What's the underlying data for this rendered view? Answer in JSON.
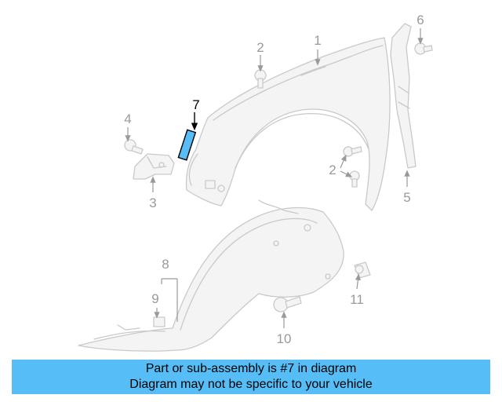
{
  "callouts": {
    "c1": "1",
    "c2a": "2",
    "c2b": "2",
    "c3": "3",
    "c4": "4",
    "c5": "5",
    "c6": "6",
    "c7": "7",
    "c8": "8",
    "c9": "9",
    "c10": "10",
    "c11": "11"
  },
  "highlighted_part": "7",
  "colors": {
    "highlight": "#56bdf6",
    "line_art": "#c9c9c9",
    "callout_text": "#9a9a9a"
  },
  "caption": {
    "line1": "Part or sub-assembly is #7 in diagram",
    "line2": "Diagram may not be specific to your vehicle"
  }
}
